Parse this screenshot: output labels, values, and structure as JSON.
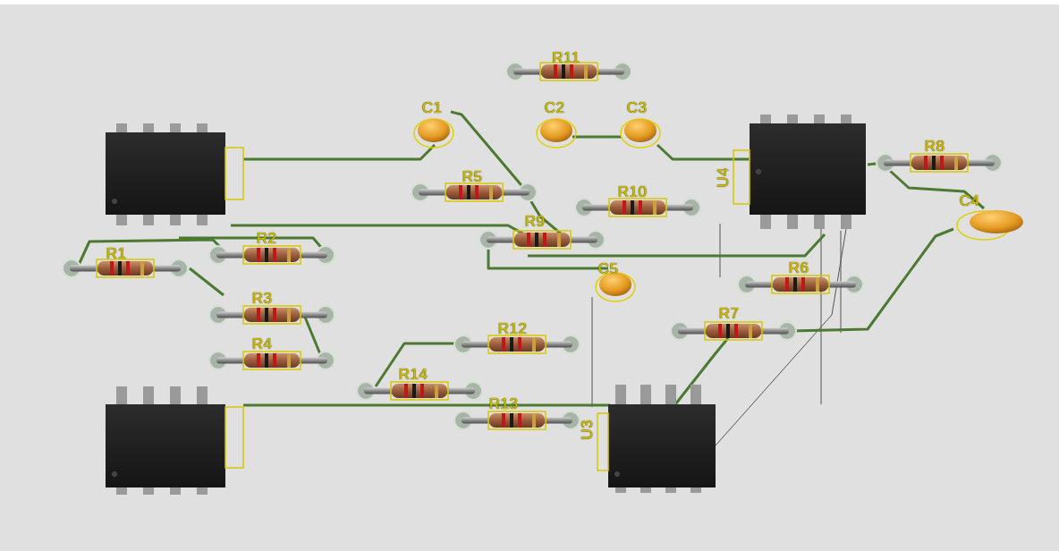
{
  "diagram": {
    "labels": [
      "R11",
      "C1",
      "C2",
      "C3",
      "R8",
      "U4",
      "R5",
      "R10",
      "C4",
      "R9",
      "R2",
      "R1",
      "C5",
      "R6",
      "R3",
      "R7",
      "R12",
      "R4",
      "R14",
      "R13",
      "U3"
    ]
  }
}
